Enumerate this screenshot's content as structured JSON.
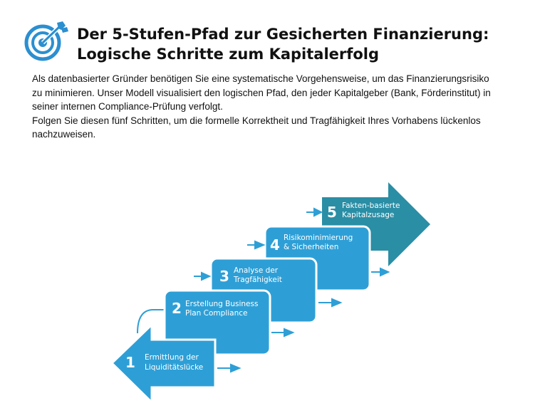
{
  "header": {
    "icon": "target-arrow-icon",
    "title_lines": [
      "Der 5-Stufen-Pfad zur Gesicherten Finanzierung:",
      "Logische Schritte zum Kapitalerfolg"
    ]
  },
  "intro": {
    "lines": [
      "Als datenbasierter Gründer benötigen Sie eine systematische Vorgehensweise, um das Finanzierungsrisiko",
      "zu minimieren. Unser Modell visualisiert den logischen Pfad, den jeder Kapitalgeber (Bank, Förderinstitut) in",
      "seiner internen Compliance-Prüfung verfolgt.",
      "Folgen Sie diesen fünf Schritten, um die formelle Korrektheit und Tragfähigkeit Ihres Vorhabens lückenlos",
      "nachzuweisen."
    ]
  },
  "colors": {
    "step_blue": "#2e9fd6",
    "step_teal": "#2a8ea5",
    "icon_blue": "#2b8fd0",
    "outline": "#ffffff"
  },
  "steps": [
    {
      "number": "1",
      "label_lines": [
        "Ermittlung der",
        "Liquiditätslücke"
      ]
    },
    {
      "number": "2",
      "label_lines": [
        "Erstellung Business",
        "Plan Compliance"
      ]
    },
    {
      "number": "3",
      "label_lines": [
        "Analyse der",
        "Tragfähigkeit"
      ]
    },
    {
      "number": "4",
      "label_lines": [
        "Risikominimierung",
        "& Sicherheiten"
      ]
    },
    {
      "number": "5",
      "label_lines": [
        "Fakten-basierte",
        "Kapitalzusage"
      ]
    }
  ]
}
